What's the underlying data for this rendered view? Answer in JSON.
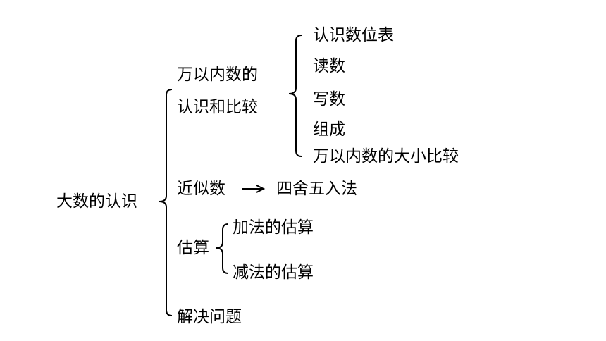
{
  "root": {
    "label": "大数的认识"
  },
  "branch1": {
    "line1": "万以内数的",
    "line2": "认识和比较",
    "children": [
      "认识数位表",
      "读数",
      "写数",
      "组成",
      "万以内数的大小比较"
    ]
  },
  "branch2": {
    "label": "近似数",
    "arrow_target": "四舍五入法"
  },
  "branch3": {
    "label": "估算",
    "children": [
      "加法的估算",
      "减法的估算"
    ]
  },
  "branch4": {
    "label": "解决问题"
  }
}
